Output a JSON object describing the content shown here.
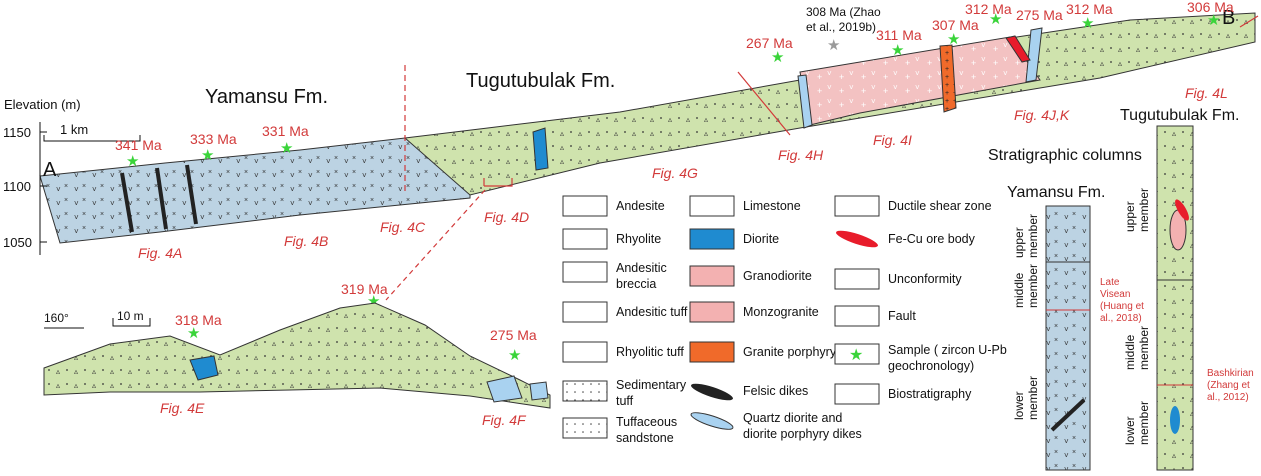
{
  "letters": {
    "a": "A",
    "b": "B"
  },
  "formations": {
    "yamansu": "Yamansu Fm.",
    "tugutubulak": "Tugutubulak Fm."
  },
  "axis": {
    "title": "Elevation (m)",
    "ticks": [
      "1150",
      "1100",
      "1050"
    ],
    "scale_km": "1 km",
    "scale_m": "10 m",
    "orientation": "160°"
  },
  "ages": {
    "a341": "341 Ma",
    "a333": "333 Ma",
    "a331": "331 Ma",
    "a267": "267 Ma",
    "a308_l1": "308 Ma (Zhao",
    "a308_l2": "et al., 2019b)",
    "a311": "311 Ma",
    "a307": "307 Ma",
    "a312a": "312 Ma",
    "a275a": "275 Ma",
    "a312b": "312 Ma",
    "a306": "306 Ma",
    "a319": "319 Ma",
    "a318": "318 Ma",
    "a275b": "275 Ma"
  },
  "figs": {
    "f4a": "Fig. 4A",
    "f4b": "Fig. 4B",
    "f4c": "Fig. 4C",
    "f4d": "Fig. 4D",
    "f4e": "Fig. 4E",
    "f4f": "Fig. 4F",
    "f4g": "Fig. 4G",
    "f4h": "Fig. 4H",
    "f4i": "Fig. 4I",
    "f4jk": "Fig. 4J,K",
    "f4l": "Fig. 4L"
  },
  "legend": {
    "col1": [
      {
        "l1": "Andesite",
        "l2": ""
      },
      {
        "l1": "Rhyolite",
        "l2": ""
      },
      {
        "l1": "Andesitic",
        "l2": "breccia"
      },
      {
        "l1": "Andesitic tuff",
        "l2": ""
      },
      {
        "l1": "Rhyolitic tuff",
        "l2": ""
      },
      {
        "l1": "Sedimentary",
        "l2": "tuff"
      },
      {
        "l1": "Tuffaceous",
        "l2": "sandstone"
      }
    ],
    "col2": [
      {
        "l1": "Limestone",
        "l2": ""
      },
      {
        "l1": "Diorite",
        "l2": ""
      },
      {
        "l1": "Granodiorite",
        "l2": ""
      },
      {
        "l1": "Monzogranite",
        "l2": ""
      },
      {
        "l1": "Granite porphyry",
        "l2": ""
      },
      {
        "l1": "Felsic dikes",
        "l2": ""
      },
      {
        "l1": "Quartz diorite and",
        "l2": "diorite porphyry dikes"
      }
    ],
    "col3": [
      {
        "l1": "Ductile shear zone",
        "l2": ""
      },
      {
        "l1": "Fe-Cu ore body",
        "l2": ""
      },
      {
        "l1": "Unconformity",
        "l2": ""
      },
      {
        "l1": "Fault",
        "l2": ""
      },
      {
        "l1": "Sample ( zircon U-Pb",
        "l2": "geochronology)"
      },
      {
        "l1": "Biostratigraphy",
        "l2": ""
      }
    ]
  },
  "columns": {
    "title": "Stratigraphic columns",
    "yamansu": "Yamansu Fm.",
    "tugutubulak": "Tugutubulak Fm.",
    "upper": [
      "upper",
      "member"
    ],
    "middle": [
      "middle",
      "member"
    ],
    "lower": [
      "lower",
      "member"
    ],
    "late_visean": [
      "Late",
      "Visean",
      "(Huang et",
      "al., 2018)"
    ],
    "bashkirian": [
      "Bashkirian",
      "(Zhang et",
      "al., 2012)"
    ]
  }
}
